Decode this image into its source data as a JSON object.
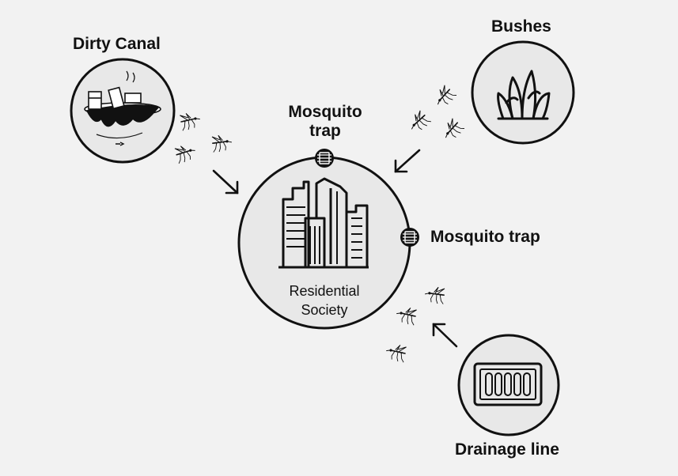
{
  "labels": {
    "dirty_canal": "Dirty Canal",
    "bushes": "Bushes",
    "mosquito_trap_top_line1": "Mosquito",
    "mosquito_trap_top_line2": "trap",
    "mosquito_trap_right": "Mosquito trap",
    "residential_line1": "Residential",
    "residential_line2": "Society",
    "drainage_line": "Drainage line"
  },
  "icons": {
    "canal": "dirty-canal-icon",
    "bushes": "bush-icon",
    "building": "building-icon",
    "trap": "mosquito-trap-icon",
    "drain": "drain-grate-icon",
    "mosquito": "mosquito-icon",
    "arrow": "arrow-icon"
  },
  "colors": {
    "background": "#f2f2f2",
    "circle_fill": "#e8e8e8",
    "stroke": "#111111"
  }
}
